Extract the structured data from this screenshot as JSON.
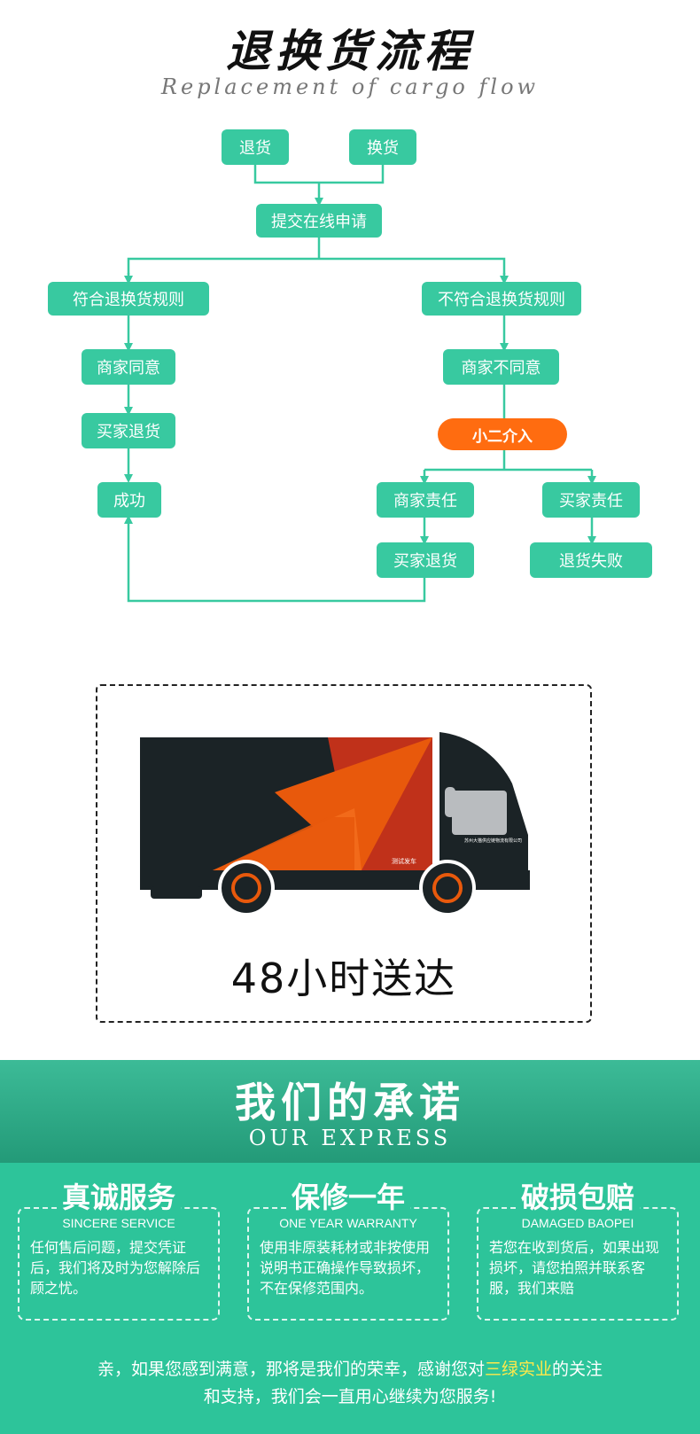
{
  "header": {
    "title": "退换货流程",
    "subtitle": "Replacement of cargo flow"
  },
  "flow": {
    "return": "退货",
    "exchange": "换货",
    "submit": "提交在线申请",
    "meets_rules": "符合退换货规则",
    "not_meets_rules": "不符合退换货规则",
    "merchant_agree": "商家同意",
    "merchant_disagree": "商家不同意",
    "buyer_return_left": "买家退货",
    "staff_intervene": "小二介入",
    "success": "成功",
    "merchant_liable": "商家责任",
    "buyer_liable": "买家责任",
    "buyer_return_right": "买家退货",
    "return_failed": "退货失败"
  },
  "delivery": {
    "text": "48小时送达",
    "truck_label": "测试发车",
    "truck_company": "苏州大猫供应链物流有限公司"
  },
  "promise": {
    "title": "我们的承诺",
    "subtitle": "OUR EXPRESS",
    "cards": [
      {
        "title": "真诚服务",
        "subtitle": "SINCERE SERVICE",
        "desc": "任何售后问题，提交凭证后，我们将及时为您解除后顾之忧。"
      },
      {
        "title": "保修一年",
        "subtitle": "ONE YEAR WARRANTY",
        "desc": "使用非原装耗材或非按使用说明书正确操作导致损坏，不在保修范围内。"
      },
      {
        "title": "破损包赔",
        "subtitle": "DAMAGED BAOPEI",
        "desc": "若您在收到货后，如果出现损坏，请您拍照并联系客服，我们来赔"
      }
    ],
    "footer_line1_before": "亲，如果您感到满意，那将是我们的荣幸，感谢您对",
    "footer_brand": "三绿实业",
    "footer_line1_after": "的关注",
    "footer_line2": "和支持，我们会一直用心继续为您服务!"
  },
  "colors": {
    "node": "#38c9a0",
    "orange": "#ff6c10",
    "promise_bg": "#2dc49a",
    "highlight": "#ffe94a"
  }
}
